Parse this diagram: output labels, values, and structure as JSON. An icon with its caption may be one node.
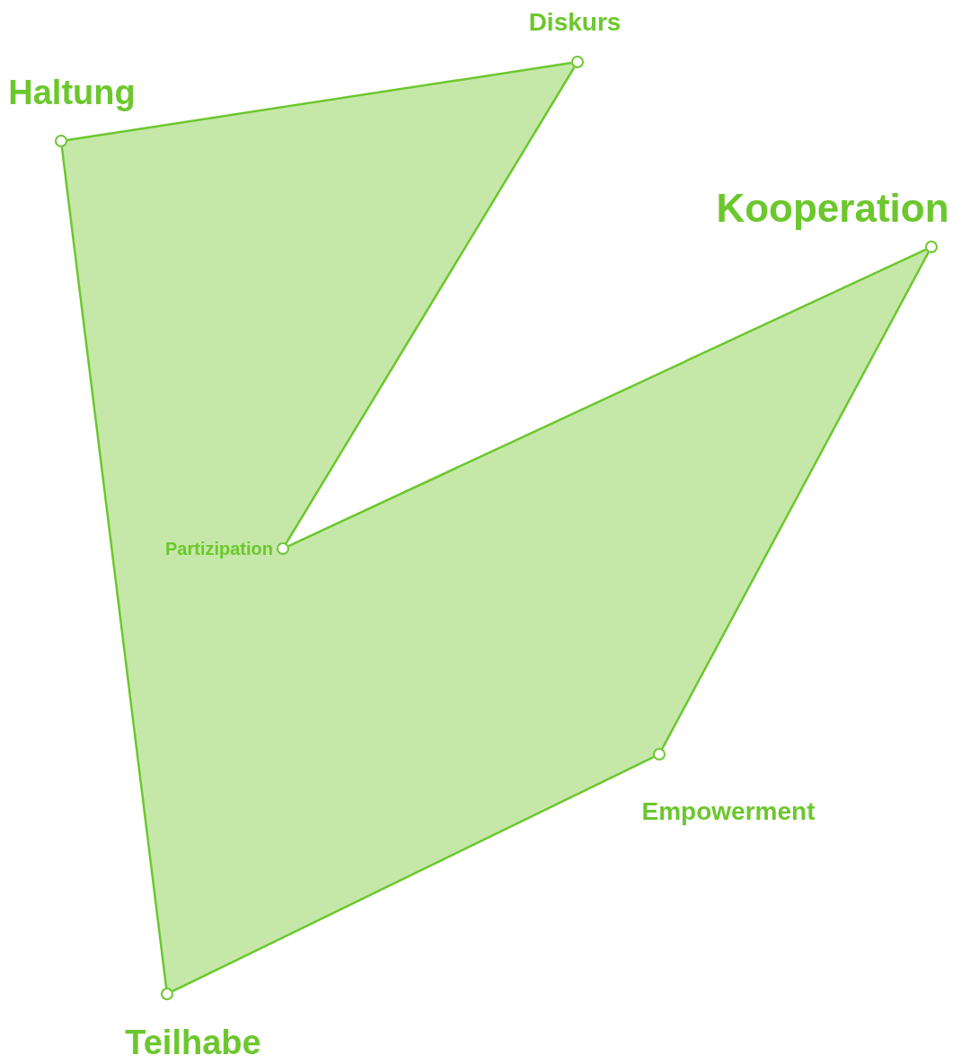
{
  "diagram": {
    "nodes": [
      {
        "text": [
          "Diskurs"
        ]
      },
      {
        "text": [
          "Haltung"
        ]
      },
      {
        "text": [
          "Kooperation"
        ]
      },
      {
        "text": [
          "Partizipation"
        ]
      },
      {
        "text": [
          "Empowerment"
        ]
      },
      {
        "text": [
          "Teilhabe"
        ]
      }
    ],
    "edges": [
      {
        "from": 1,
        "to": 0,
        "arrow": "none"
      },
      {
        "from": 0,
        "to": 3,
        "arrow": "none"
      },
      {
        "from": 3,
        "to": 2,
        "arrow": "none"
      },
      {
        "from": 2,
        "to": 4,
        "arrow": "none"
      },
      {
        "from": 4,
        "to": 5,
        "arrow": "none"
      },
      {
        "from": 5,
        "to": 1,
        "arrow": "none"
      }
    ]
  }
}
